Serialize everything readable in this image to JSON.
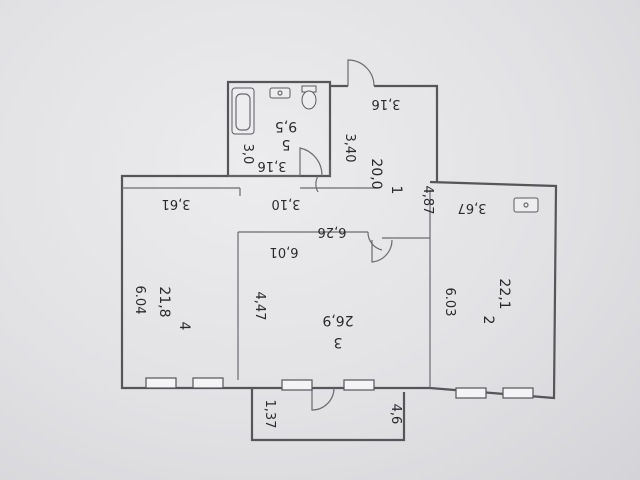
{
  "rooms": [
    {
      "id": "1",
      "area": "20,0"
    },
    {
      "id": "2",
      "area": "22,1"
    },
    {
      "id": "3",
      "area": "26,9"
    },
    {
      "id": "4",
      "area": "21,8"
    },
    {
      "id": "5",
      "area": "9,5"
    }
  ],
  "dimensions": {
    "room1_top": "3,16",
    "room1_left": "3,40",
    "room1_right": "4,87",
    "bath_width": "3,16",
    "bath_height": "3,0",
    "hall_width": "3,10",
    "hall_length": "6,26",
    "room3_top": "6,01",
    "room3_left": "4,47",
    "room4_top": "3,61",
    "room4_side": "6.04",
    "room2_top": "3,67",
    "room2_side": "6.03",
    "balcony_width": "4,6",
    "balcony_depth": "1,37"
  }
}
